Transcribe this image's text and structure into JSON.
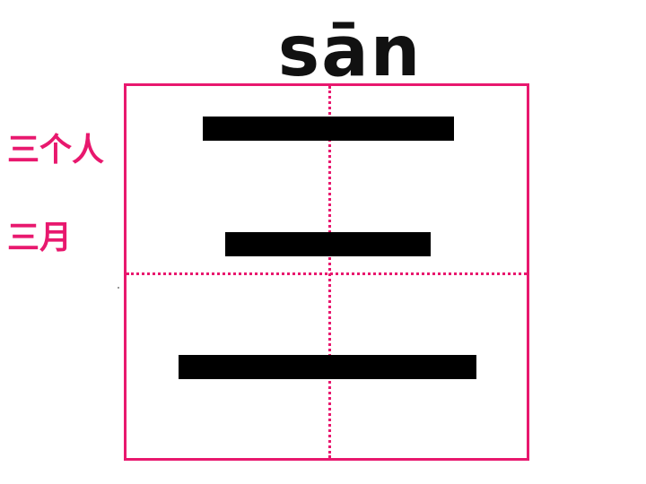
{
  "character": {
    "pinyin": "sān",
    "stroke_count": 3,
    "stroke_color": "#000000"
  },
  "example_words": [
    {
      "text": "三个人"
    },
    {
      "text": "三月"
    }
  ],
  "colors": {
    "grid_and_label": "#e8186e",
    "pinyin": "#111111",
    "background": "#ffffff"
  },
  "grid": {
    "type": "tian-zi-ge",
    "guide_style": "dotted"
  }
}
